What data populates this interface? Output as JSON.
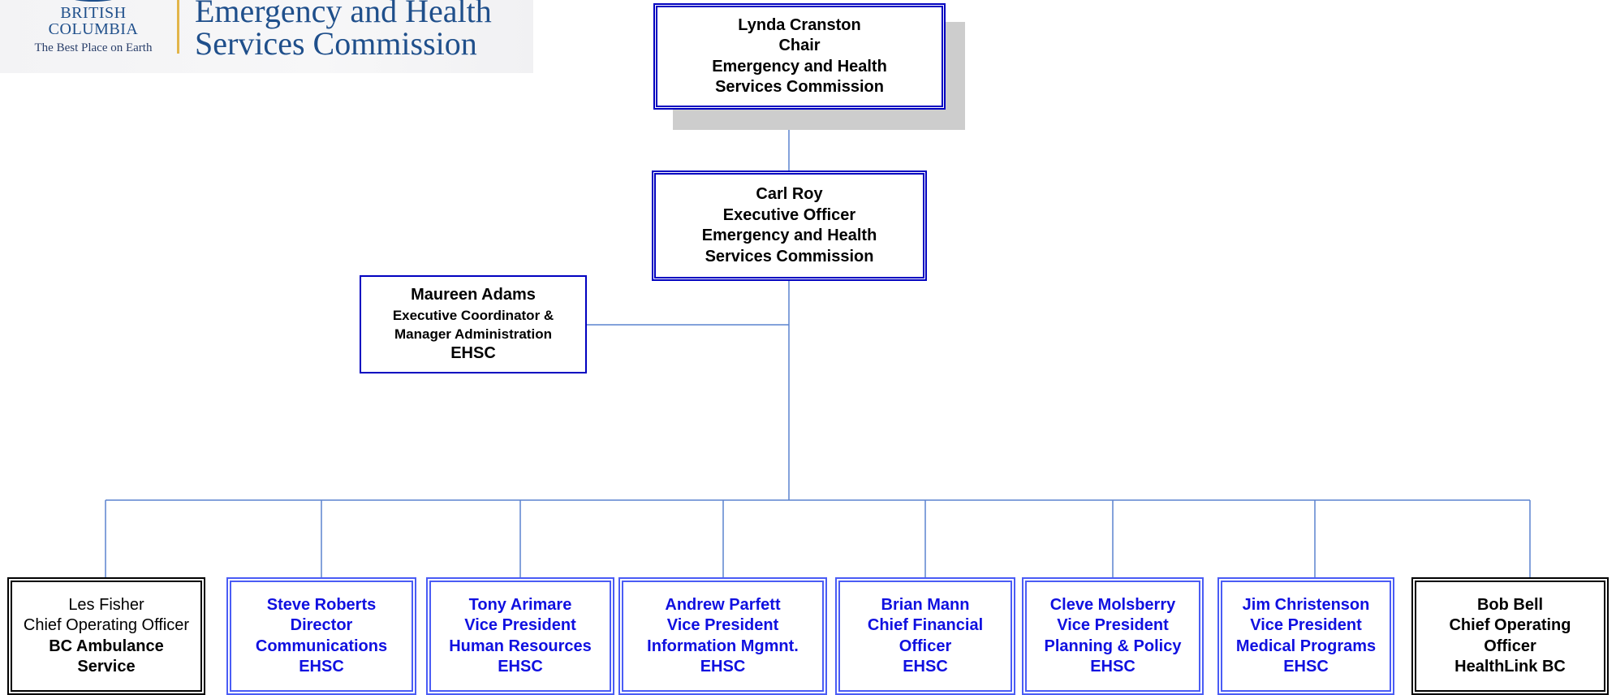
{
  "logo": {
    "province_line1": "BRITISH",
    "province_line2": "COLUMBIA",
    "tagline": "The Best Place on Earth",
    "title_line1": "Emergency and Health",
    "title_line2": "Services Commission",
    "brand_color": "#1f4f8b",
    "accent_color": "#e2b54a"
  },
  "chair": {
    "name": "Lynda Cranston",
    "role": "Chair",
    "org_line1": "Emergency and Health",
    "org_line2": "Services Commission"
  },
  "executive": {
    "name": "Carl Roy",
    "role": "Executive Officer",
    "org_line1": "Emergency and Health",
    "org_line2": "Services Commission"
  },
  "coordinator": {
    "name": "Maureen Adams",
    "role_line1": "Executive Coordinator &",
    "role_line2": "Manager Administration",
    "org": "EHSC"
  },
  "reports": [
    {
      "line1": "Les Fisher",
      "line2": "Chief Operating Officer",
      "line3": "BC Ambulance",
      "line4": "Service"
    },
    {
      "line1": "Steve Roberts",
      "line2": "Director",
      "line3": "Communications",
      "line4": "EHSC"
    },
    {
      "line1": "Tony Arimare",
      "line2": "Vice President",
      "line3": "Human Resources",
      "line4": "EHSC"
    },
    {
      "line1": "Andrew Parfett",
      "line2": "Vice President",
      "line3": "Information Mgmnt.",
      "line4": "EHSC"
    },
    {
      "line1": "Brian Mann",
      "line2": "Chief Financial",
      "line3": "Officer",
      "line4": "EHSC"
    },
    {
      "line1": "Cleve Molsberry",
      "line2": "Vice President",
      "line3": "Planning & Policy",
      "line4": "EHSC"
    },
    {
      "line1": "Jim Christenson",
      "line2": "Vice President",
      "line3": "Medical Programs",
      "line4": "EHSC"
    },
    {
      "line1": "Bob Bell",
      "line2": "Chief Operating",
      "line3": "Officer",
      "line4": "HealthLink BC"
    }
  ],
  "colors": {
    "connector": "#5b83cf",
    "internal_text": "#1010e0",
    "external_border": "#000000"
  }
}
